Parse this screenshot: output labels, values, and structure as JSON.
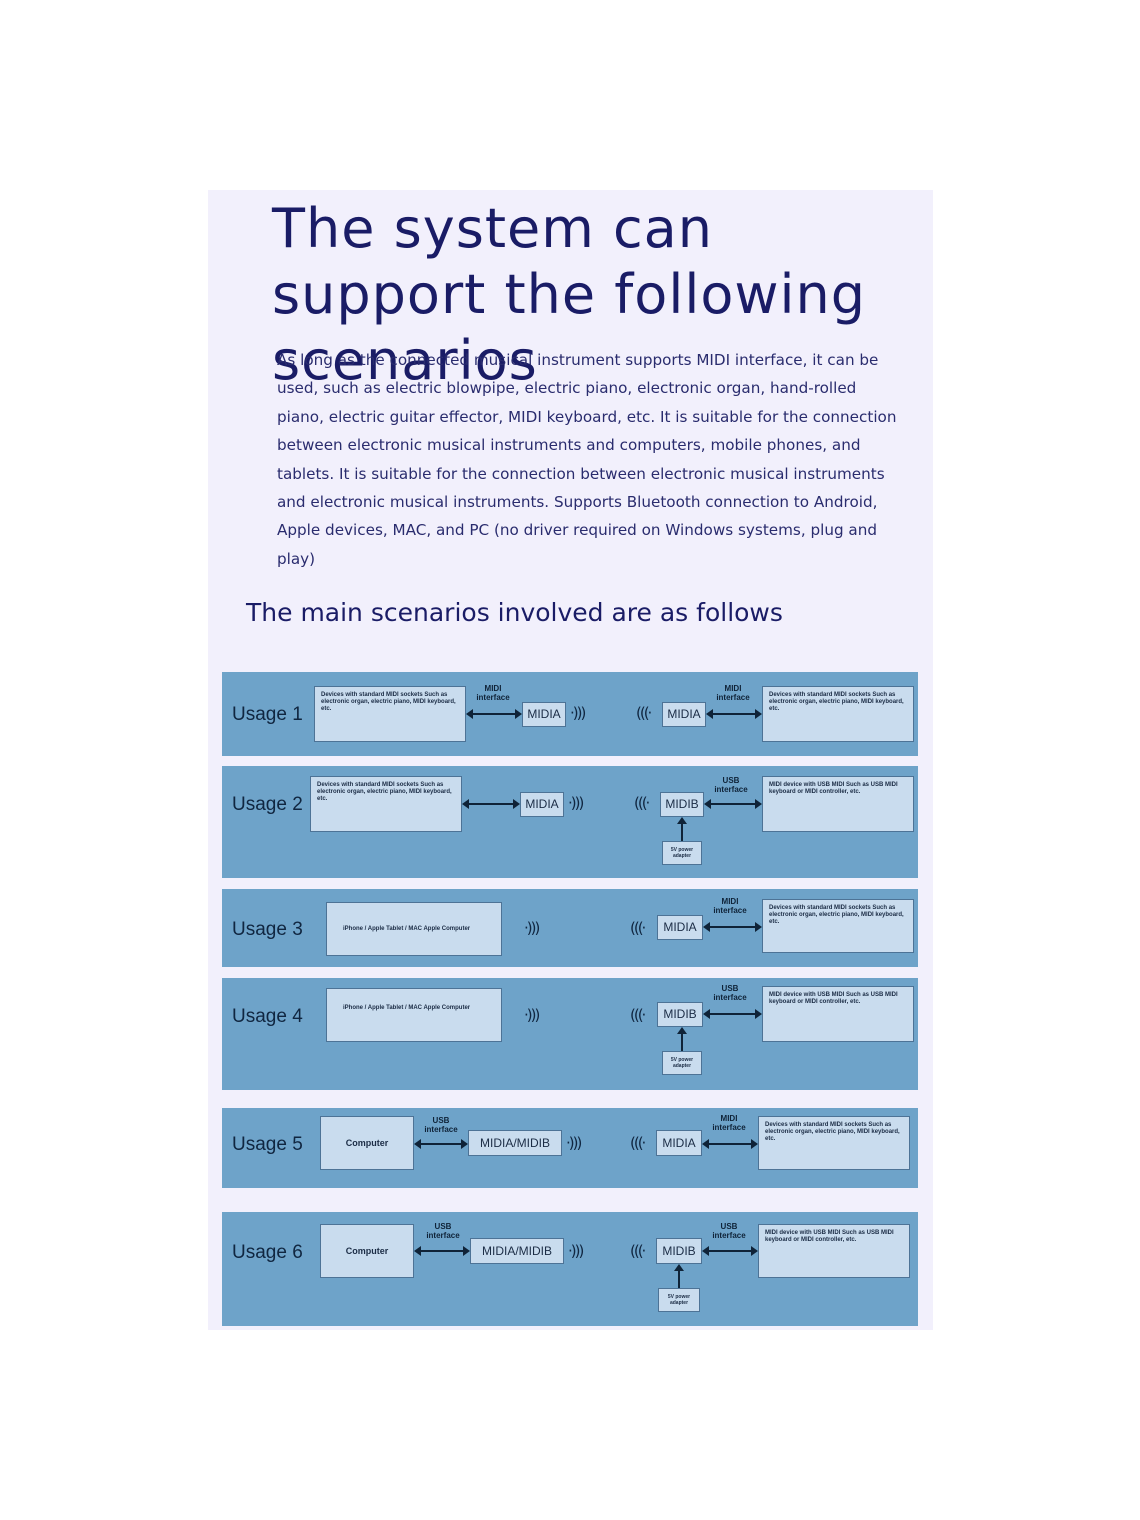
{
  "title": "The system can support the following scenarios",
  "intro": "As long as the connected musical instrument supports MIDI interface, it can be used, such as electric blowpipe, electric piano, electronic organ, hand-rolled piano, electric guitar effector, MIDI keyboard, etc. It is suitable for the connection between electronic musical instruments and computers, mobile phones, and tablets. It is suitable for the connection between electronic musical instruments and electronic musical instruments. Supports Bluetooth connection to Android, Apple devices, MAC, and PC (no driver required on Windows systems, plug and play)",
  "subtitle": "The main scenarios involved are as follows",
  "colors": {
    "band": "#6ea3c9",
    "box": "#c9dcee",
    "title": "#1a1c66",
    "panel": "#f2f0fc"
  },
  "icons": {
    "wave_right": "bluetooth-wave-right-icon",
    "wave_left": "bluetooth-wave-left-icon"
  },
  "usages": [
    {
      "label": "Usage 1",
      "left_box": "Devices with standard MIDI sockets Such as electronic organ, electric piano, MIDI keyboard, etc.",
      "left_interface": "MIDI interface",
      "left_module": "MIDIA",
      "right_module": "MIDIA",
      "right_interface": "MIDI interface",
      "right_box": "Devices with standard MIDI sockets Such as electronic organ, electric piano, MIDI keyboard, etc."
    },
    {
      "label": "Usage 2",
      "left_box": "Devices with standard MIDI sockets Such as electronic organ, electric piano, MIDI keyboard, etc.",
      "left_module": "MIDIA",
      "right_module": "MIDIB",
      "right_interface": "USB interface",
      "right_box": "MIDI device with USB MIDI Such as USB MIDI keyboard or MIDI controller, etc.",
      "power": "5V power adapter"
    },
    {
      "label": "Usage 3",
      "left_box": "iPhone / Apple Tablet / MAC Apple Computer",
      "right_module": "MIDIA",
      "right_interface": "MIDI interface",
      "right_box": "Devices with standard MIDI sockets Such as electronic organ, electric piano, MIDI keyboard, etc."
    },
    {
      "label": "Usage 4",
      "left_box": "iPhone / Apple Tablet / MAC Apple Computer",
      "right_module": "MIDIB",
      "right_interface": "USB interface",
      "right_box": "MIDI device with USB MIDI Such as USB MIDI keyboard or MIDI controller, etc.",
      "power": "5V power adapter"
    },
    {
      "label": "Usage 5",
      "left_box": "Computer",
      "left_interface": "USB interface",
      "left_module": "MIDIA/MIDIB",
      "right_module": "MIDIA",
      "right_interface": "MIDI interface",
      "right_box": "Devices with standard MIDI sockets Such as electronic organ, electric piano, MIDI keyboard, etc."
    },
    {
      "label": "Usage 6",
      "left_box": "Computer",
      "left_interface": "USB interface",
      "left_module": "MIDIA/MIDIB",
      "right_module": "MIDIB",
      "right_interface": "USB interface",
      "right_box": "MIDI device with USB MIDI Such as USB MIDI keyboard or MIDI controller, etc.",
      "power": "5V power adapter"
    }
  ]
}
